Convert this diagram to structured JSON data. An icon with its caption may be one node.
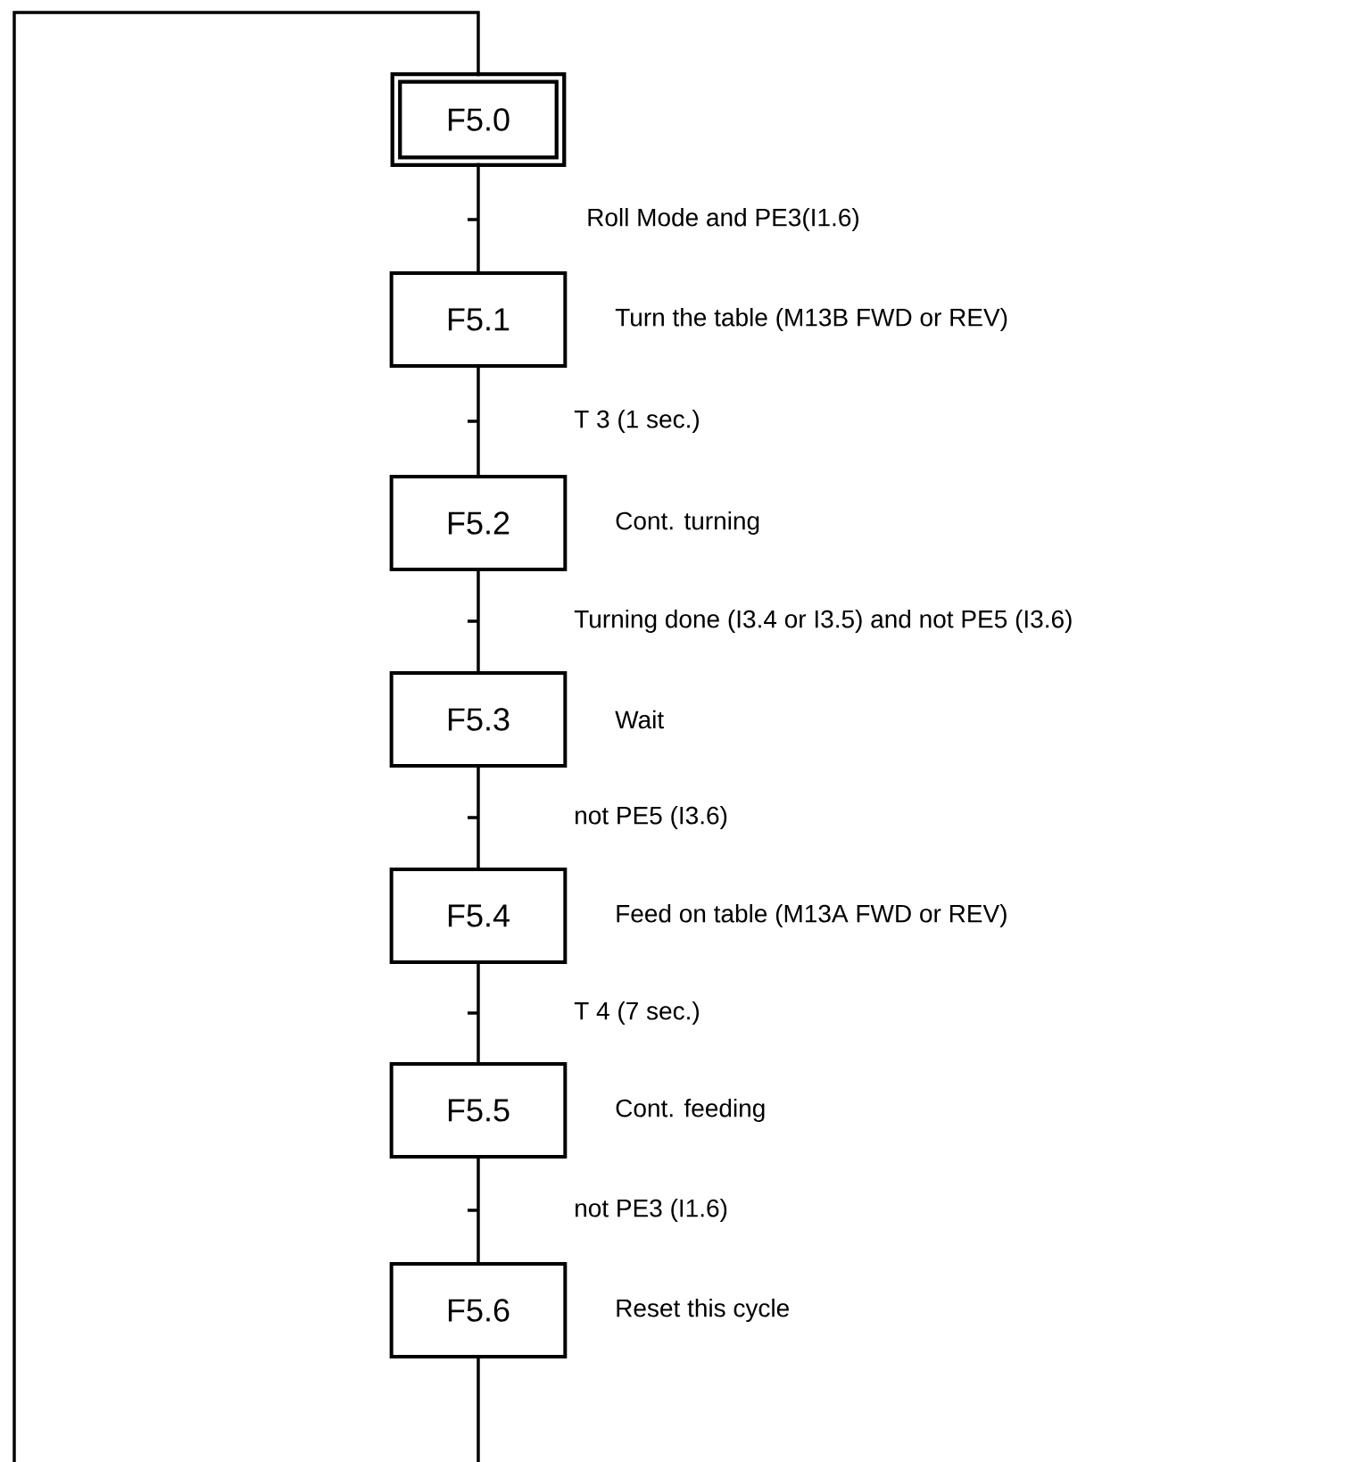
{
  "diagram": {
    "nodes": [
      {
        "text": [
          "F5.0"
        ]
      },
      {
        "text": [
          "F5.1"
        ],
        "beside": [
          "Turn the table (M13B FWD or REV)"
        ]
      },
      {
        "text": [
          "F5.2"
        ],
        "beside": [
          "Cont. turning"
        ]
      },
      {
        "text": [
          "F5.3"
        ],
        "beside": [
          "Wait"
        ]
      },
      {
        "text": [
          "F5.4"
        ],
        "beside": [
          "Feed on table (M13A FWD or REV)"
        ]
      },
      {
        "text": [
          "F5.5"
        ],
        "beside": [
          "Cont. feeding"
        ]
      },
      {
        "text": [
          "F5.6"
        ],
        "beside": [
          "Reset this cycle"
        ]
      }
    ],
    "edges": [
      {
        "from": 0,
        "to": 1,
        "arrow": "none",
        "label": "Roll Mode and PE3(I1.6)"
      },
      {
        "from": 1,
        "to": 2,
        "arrow": "none",
        "label": "T 3 (1 sec.)"
      },
      {
        "from": 2,
        "to": 3,
        "arrow": "none",
        "label": "Turning done (I3.4 or I3.5) and not PE5 (I3.6)"
      },
      {
        "from": 3,
        "to": 4,
        "arrow": "none",
        "label": "not PE5 (I3.6)"
      },
      {
        "from": 4,
        "to": 5,
        "arrow": "none",
        "label": "T 4 (7 sec.)"
      },
      {
        "from": 5,
        "to": 6,
        "arrow": "none",
        "label": "not PE3 (I1.6)"
      },
      {
        "from": 6,
        "to": 0,
        "arrow": "none"
      }
    ]
  }
}
